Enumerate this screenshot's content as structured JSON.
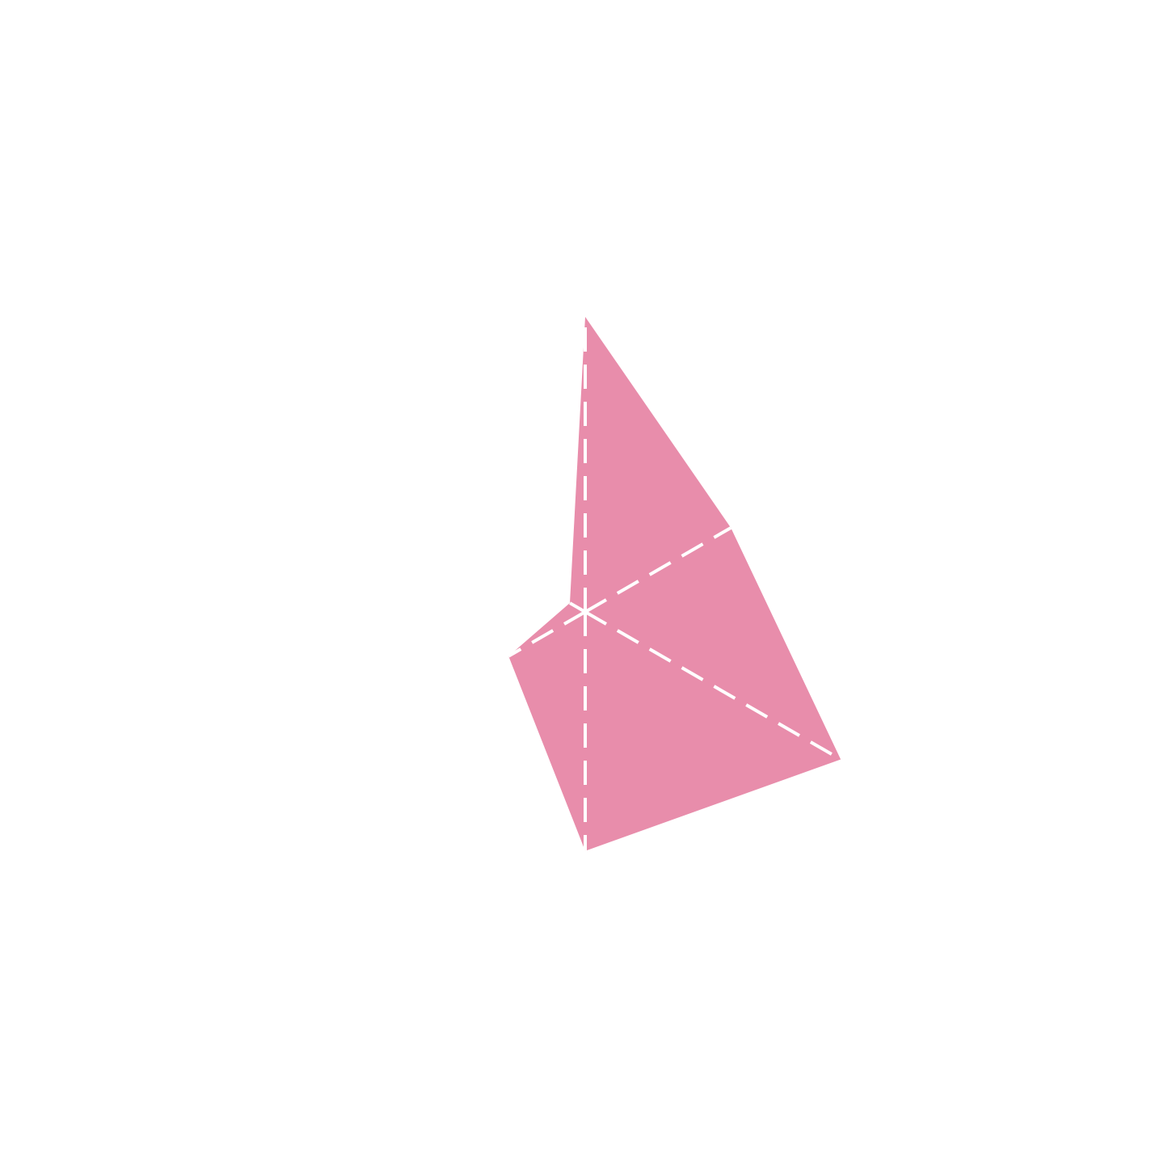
{
  "chart_data": {
    "type": "radar",
    "title": "",
    "axes": [
      "",
      "",
      "",
      "",
      "",
      ""
    ],
    "series": [
      {
        "name": "",
        "values": [
          1.0,
          0.57,
          1.0,
          0.81,
          0.3,
          0.06
        ]
      }
    ],
    "range": [
      0,
      1
    ],
    "grid": false,
    "legend": "none",
    "colors": {
      "fill": "#e88dab",
      "axis": "#ffffff",
      "background": "#ffffff"
    }
  }
}
